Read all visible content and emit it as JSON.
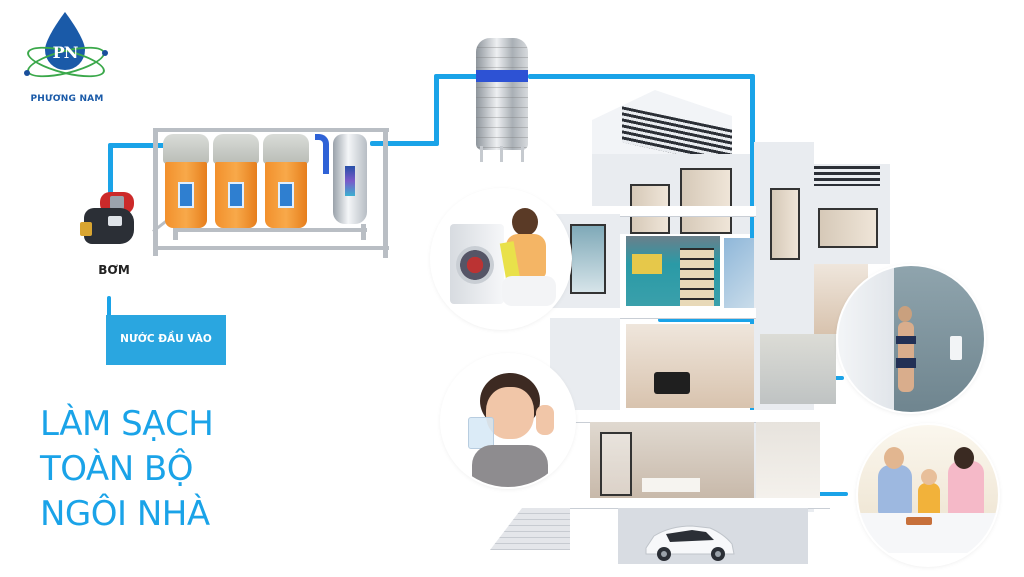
{
  "brand": {
    "logo_initials": "PN",
    "name": "PHƯƠNG NAM",
    "colors": {
      "drop": "#1a5aa8",
      "orbit": "#3aa84a",
      "text": "#1a5aa8"
    }
  },
  "diagram": {
    "pump_label": "BƠM",
    "inlet_label": "NƯỚC ĐẦU VÀO",
    "filter_cartridges": 3,
    "components": [
      "pump",
      "3-stage-filter-rack",
      "uv-sterilizer",
      "rooftop-water-tank",
      "house-piping"
    ],
    "pipe_color": "#1aa3e8"
  },
  "headline": {
    "lines": [
      "LÀM SẠCH",
      "TOÀN BỘ",
      "NGÔI NHÀ"
    ],
    "color": "#1aa3e8"
  },
  "vignettes": [
    {
      "id": "laundry",
      "subject": "woman with washing machine"
    },
    {
      "id": "drinking",
      "subject": "woman drinking glass of water"
    },
    {
      "id": "shower",
      "subject": "woman in shower"
    },
    {
      "id": "family",
      "subject": "family at breakfast table"
    }
  ]
}
